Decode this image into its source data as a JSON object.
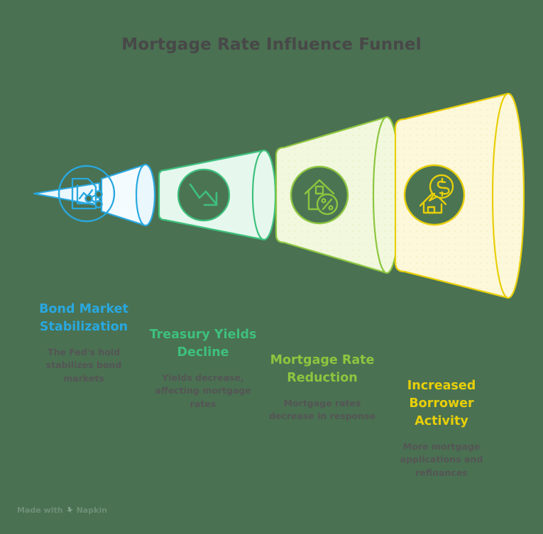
{
  "diagram": {
    "title": "Mortgage Rate Influence Funnel",
    "type": "funnel",
    "background_color": "#4a7152",
    "title_color": "#484848",
    "description_color": "#555555",
    "stages": [
      {
        "label": "Bond Market Stabilization",
        "description": "The Fed's hold stabilizes bond markets",
        "color": "#29a8e0",
        "fill": "#eaf7fd",
        "icon": "document-chart-share-icon"
      },
      {
        "label": "Treasury Yields Decline",
        "description": "Yields decrease, affecting mortgage rates",
        "color": "#3ec07d",
        "fill": "#e6f8ee",
        "icon": "trend-down-arrow-icon"
      },
      {
        "label": "Mortgage Rate Reduction",
        "description": "Mortgage rates decrease in response",
        "color": "#8cc63f",
        "fill": "#f2f8dd",
        "icon": "house-percent-icon"
      },
      {
        "label": "Increased Borrower Activity",
        "description": "More mortgage applications and refinances",
        "color": "#e8cf09",
        "fill": "#fdf8da",
        "icon": "house-dollar-icon"
      }
    ]
  },
  "footer": {
    "made_with": "Made with",
    "brand": "Napkin"
  }
}
